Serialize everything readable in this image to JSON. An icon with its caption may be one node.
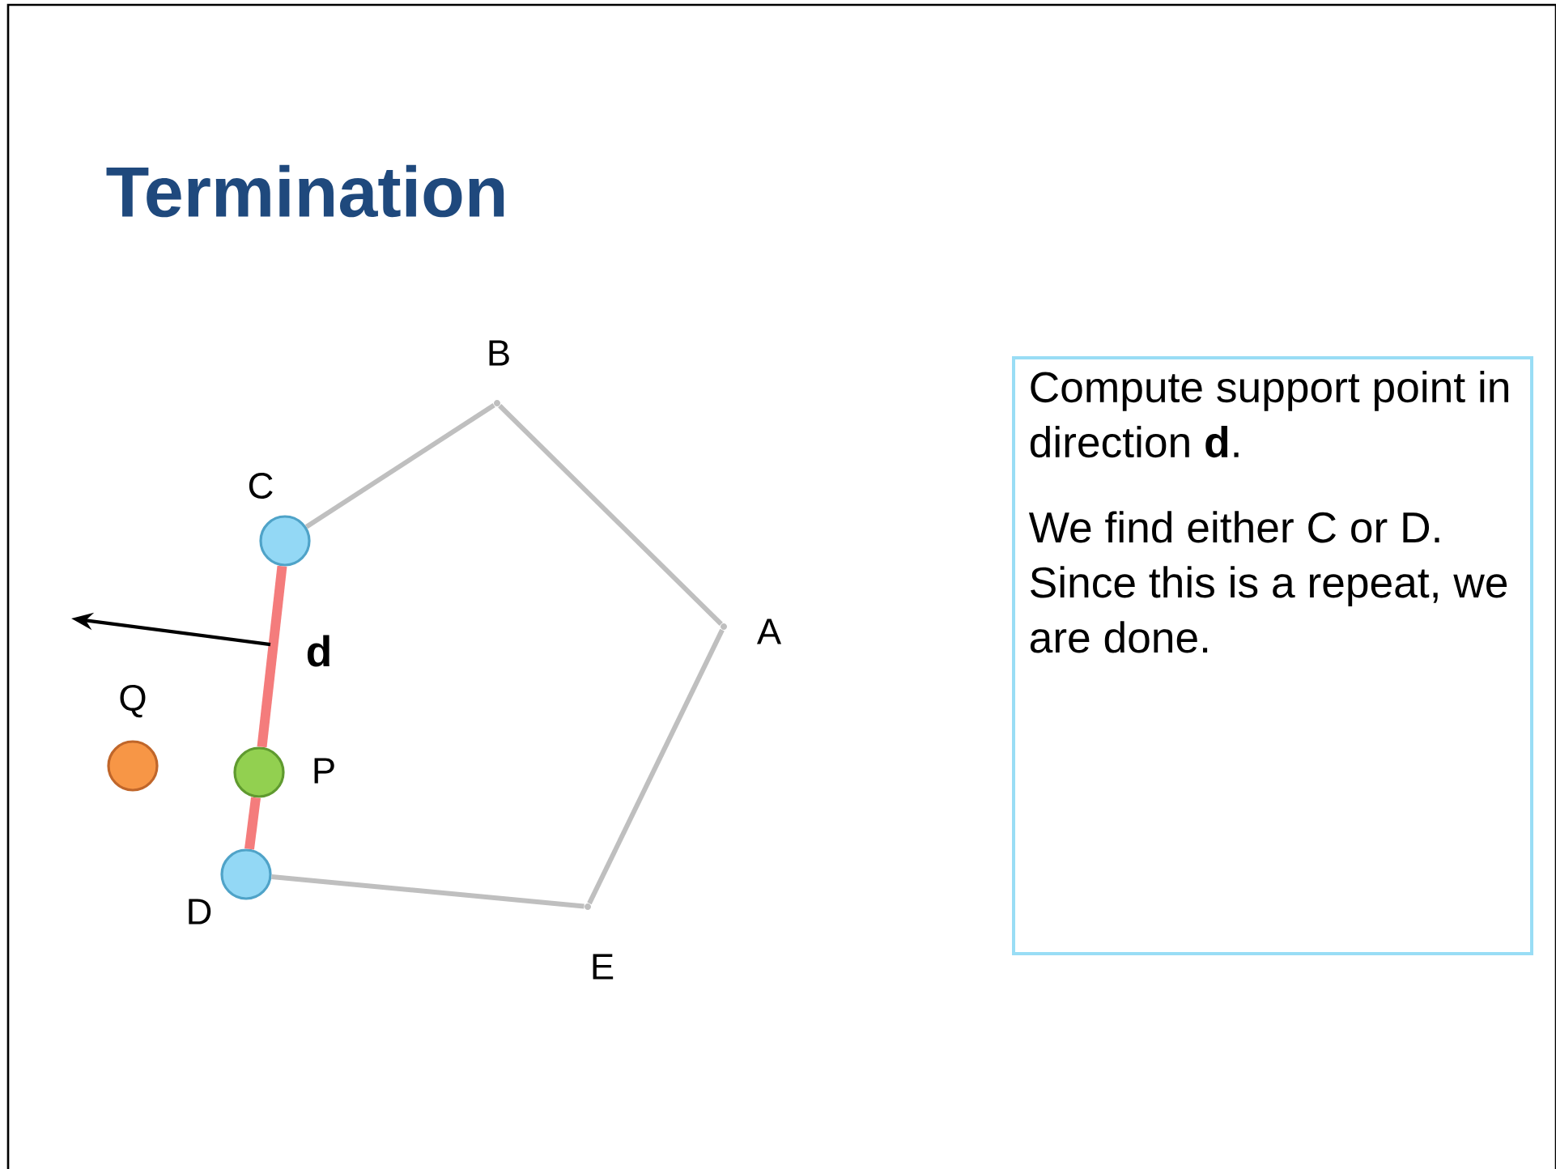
{
  "diagram": {
    "title": "Termination",
    "nodes": [
      {
        "text": [],
        "shape": "point",
        "beside": [
          "B"
        ]
      },
      {
        "text": [],
        "shape": "circle",
        "beside": [
          "C"
        ]
      },
      {
        "text": [],
        "shape": "point",
        "beside": [
          "A"
        ]
      },
      {
        "text": [],
        "shape": "circle",
        "beside": [
          "Q"
        ]
      },
      {
        "text": [],
        "shape": "circle",
        "beside": [
          "P"
        ]
      },
      {
        "text": [],
        "shape": "circle",
        "beside": [
          "D"
        ]
      },
      {
        "text": [],
        "shape": "point",
        "beside": [
          "E"
        ]
      },
      {
        "text": [
          "Compute support point in direction **d**.",
          "We find either C or D. Since this is a repeat, we are done."
        ]
      }
    ],
    "edges": [
      {
        "from": 1,
        "to": 0,
        "arrow": "none"
      },
      {
        "from": 0,
        "to": 2,
        "arrow": "none"
      },
      {
        "from": 2,
        "to": 6,
        "arrow": "none"
      },
      {
        "from": 6,
        "to": 5,
        "arrow": "none"
      },
      {
        "from": 5,
        "to": 4,
        "arrow": "none",
        "style": "thick",
        "color": "#f47c7c"
      },
      {
        "from": 4,
        "to": 1,
        "arrow": "none",
        "style": "thick",
        "color": "#f47c7c"
      }
    ],
    "labels": [
      "d"
    ]
  }
}
